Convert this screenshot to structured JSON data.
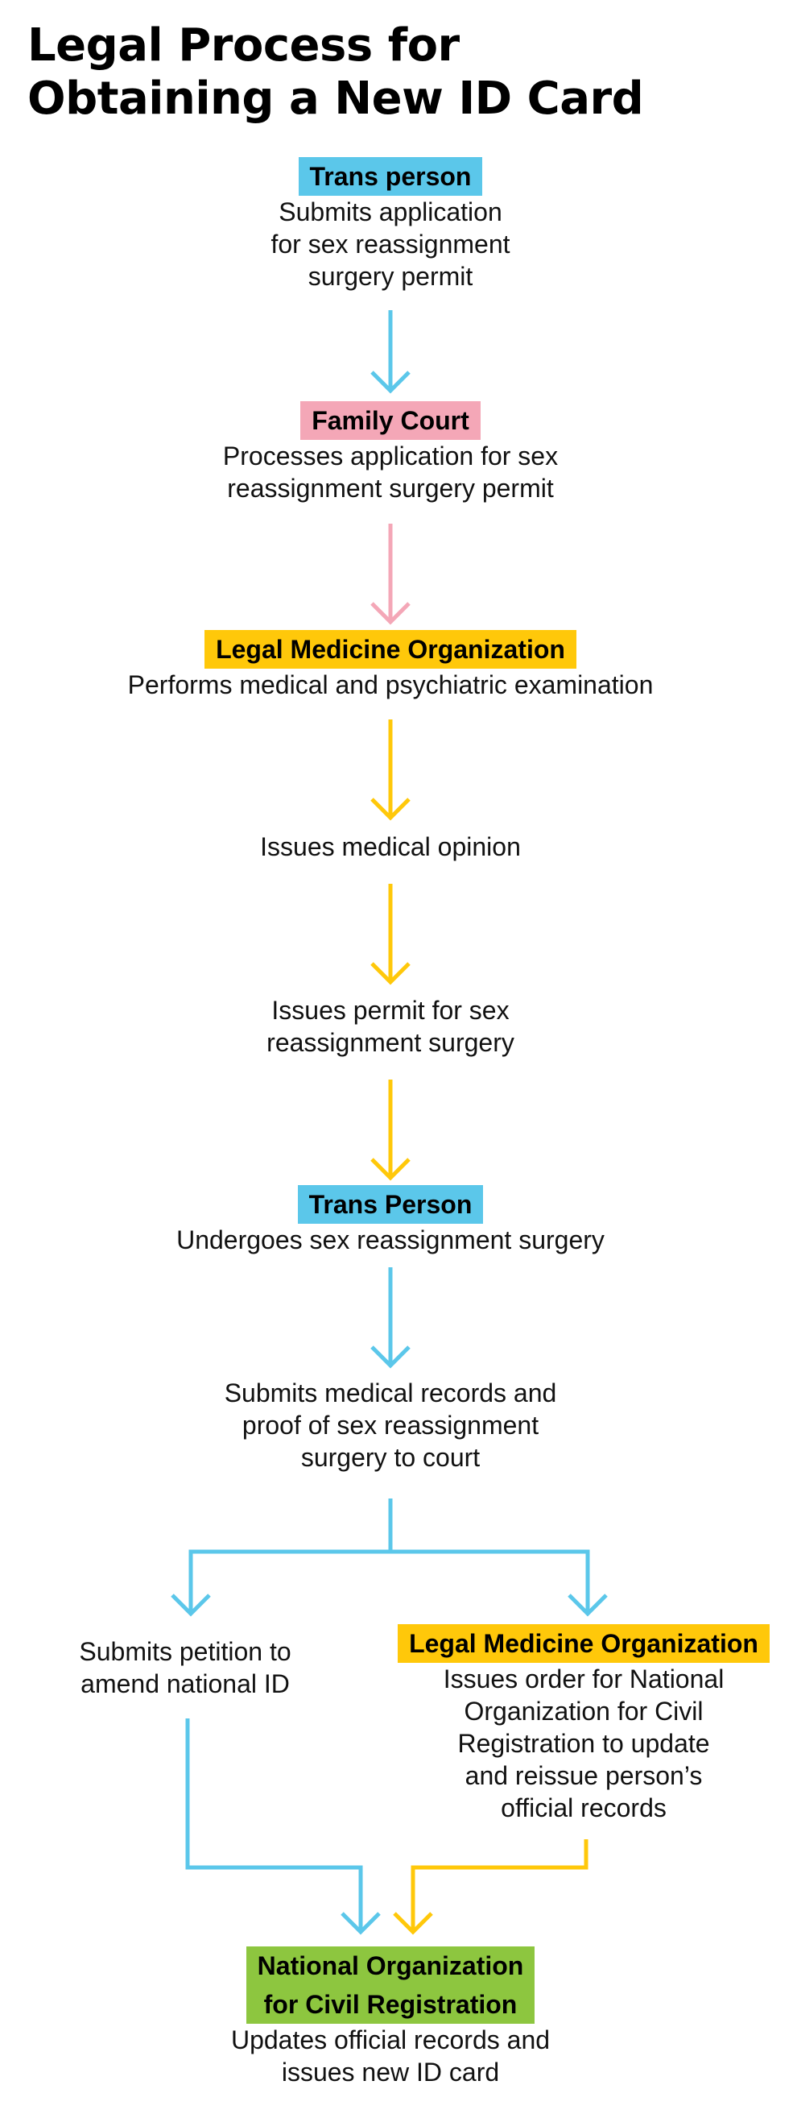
{
  "title": {
    "line1": "Legal Process for",
    "line2": "Obtaining a New ID Card"
  },
  "colors": {
    "trans": "#5BC7EA",
    "court": "#F4A7B7",
    "legal_medicine": "#FFC80A",
    "civil_registration": "#8DC63F"
  },
  "steps": {
    "s1": {
      "label": "Trans person",
      "desc": [
        "Submits application",
        "for sex reassignment",
        "surgery permit"
      ]
    },
    "s2": {
      "label": "Family Court",
      "desc": [
        "Processes application for sex",
        "reassignment surgery permit"
      ]
    },
    "s3": {
      "label": "Legal Medicine Organization",
      "desc": [
        "Performs medical and psychiatric examination"
      ]
    },
    "s4": {
      "desc": [
        "Issues medical opinion"
      ]
    },
    "s5": {
      "desc": [
        "Issues permit for sex",
        "reassignment surgery"
      ]
    },
    "s6": {
      "label": "Trans Person",
      "desc": [
        "Undergoes sex reassignment surgery"
      ]
    },
    "s7": {
      "desc": [
        "Submits medical records and",
        "proof of sex reassignment",
        "surgery to court"
      ]
    },
    "s8": {
      "desc": [
        "Submits petition to",
        "amend national ID"
      ]
    },
    "s9": {
      "label": "Legal Medicine Organization",
      "desc": [
        "Issues order for National",
        "Organization for Civil",
        "Registration to update",
        "and reissue person’s",
        "official records"
      ]
    },
    "s10": {
      "label": [
        "National Organization",
        "for Civil Registration"
      ],
      "desc": [
        "Updates official records and",
        "issues new ID card"
      ]
    }
  }
}
